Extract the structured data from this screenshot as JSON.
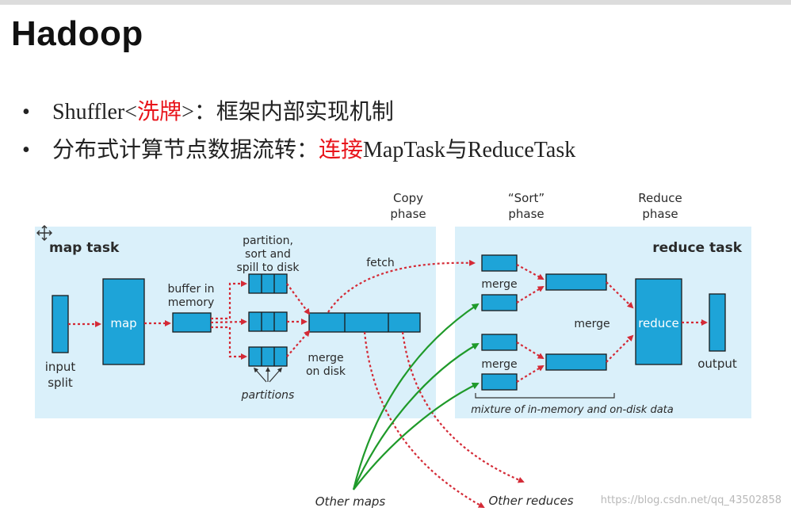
{
  "slide": {
    "title": "Hadoop",
    "bullets": [
      {
        "marker": "•",
        "before": "Shuffler<",
        "highlight": "洗牌",
        "after": ">：框架内部实现机制"
      },
      {
        "marker": "•",
        "before": "分布式计算节点数据流转：",
        "highlight": "连接",
        "after": "MapTask与ReduceTask"
      }
    ],
    "watermark": "https://blog.csdn.net/qq_43502858"
  },
  "diagram": {
    "phases": {
      "copy": [
        "Copy",
        "phase"
      ],
      "sort": [
        "“Sort”",
        "phase"
      ],
      "reduce": [
        "Reduce",
        "phase"
      ]
    },
    "map_task": {
      "title": "map task",
      "input_split": [
        "input",
        "split"
      ],
      "map": "map",
      "buffer": [
        "buffer in",
        "memory"
      ],
      "partition_sort_spill": [
        "partition,",
        "sort and",
        "spill to disk"
      ],
      "partitions": "partitions",
      "merge_on_disk": [
        "merge",
        "on disk"
      ],
      "fetch": "fetch"
    },
    "reduce_task": {
      "title": "reduce task",
      "merge_top": "merge",
      "merge_middle": "merge",
      "merge_bottom": "merge",
      "reduce": "reduce",
      "output": "output",
      "mixture": "mixture of in-memory and on-disk data"
    },
    "other_maps": "Other maps",
    "other_reduces": "Other reduces",
    "colors": {
      "panel": "#daf0fa",
      "box": "#1ea4d8",
      "dotted_arrow": "#d42a36",
      "green_arrow": "#1f9a2a"
    }
  }
}
